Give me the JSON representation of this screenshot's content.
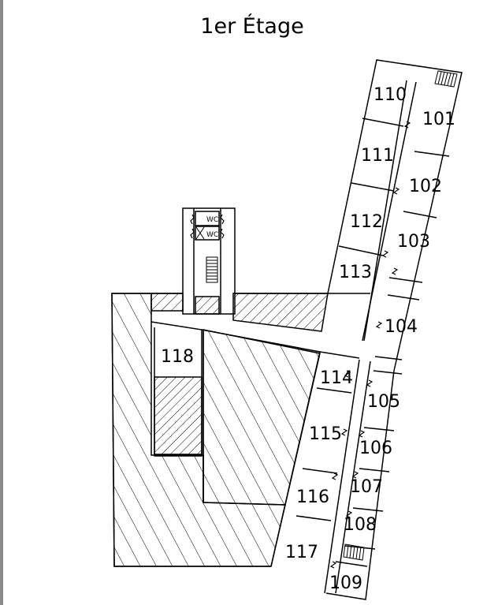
{
  "title": "1er Étage",
  "rooms": {
    "r101": "101",
    "r102": "102",
    "r103": "103",
    "r104": "104",
    "r105": "105",
    "r106": "106",
    "r107": "107",
    "r108": "108",
    "r109": "109",
    "r110": "110",
    "r111": "111",
    "r112": "112",
    "r113": "113",
    "r114": "114",
    "r115": "115",
    "r116": "116",
    "r117": "117",
    "r118": "118"
  },
  "wc": {
    "upper": "WC",
    "lower": "WC"
  }
}
